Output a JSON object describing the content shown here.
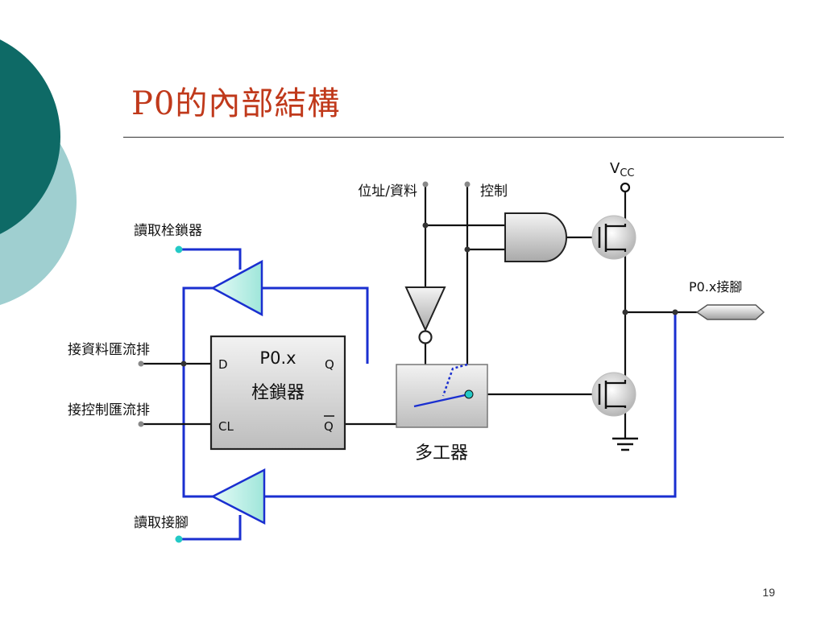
{
  "slide": {
    "title": "P0的內部結構",
    "page_number": "19"
  },
  "diagram": {
    "inputs": {
      "address_data": "位址/資料",
      "control": "控制",
      "read_latch": "讀取栓鎖器",
      "write_bus": "接資料匯流排",
      "control_bus": "接控制匯流排",
      "read_pin": "讀取接腳"
    },
    "latch": {
      "name": "P0.x",
      "sub": "栓鎖器",
      "pin_d": "D",
      "pin_q": "Q",
      "pin_cl": "CL",
      "pin_qbar": "Q"
    },
    "mux": {
      "label": "多工器"
    },
    "vcc": {
      "v": "V",
      "sub": "CC"
    },
    "output_pin": "P0.x接腳"
  },
  "colors": {
    "title": "#c0391b",
    "signal_blue": "#1a2fd0",
    "buffer_fill": "#b8efe6",
    "teal_dark": "#0e6a66",
    "teal_light": "#9fcfd0",
    "wire": "#111111"
  }
}
